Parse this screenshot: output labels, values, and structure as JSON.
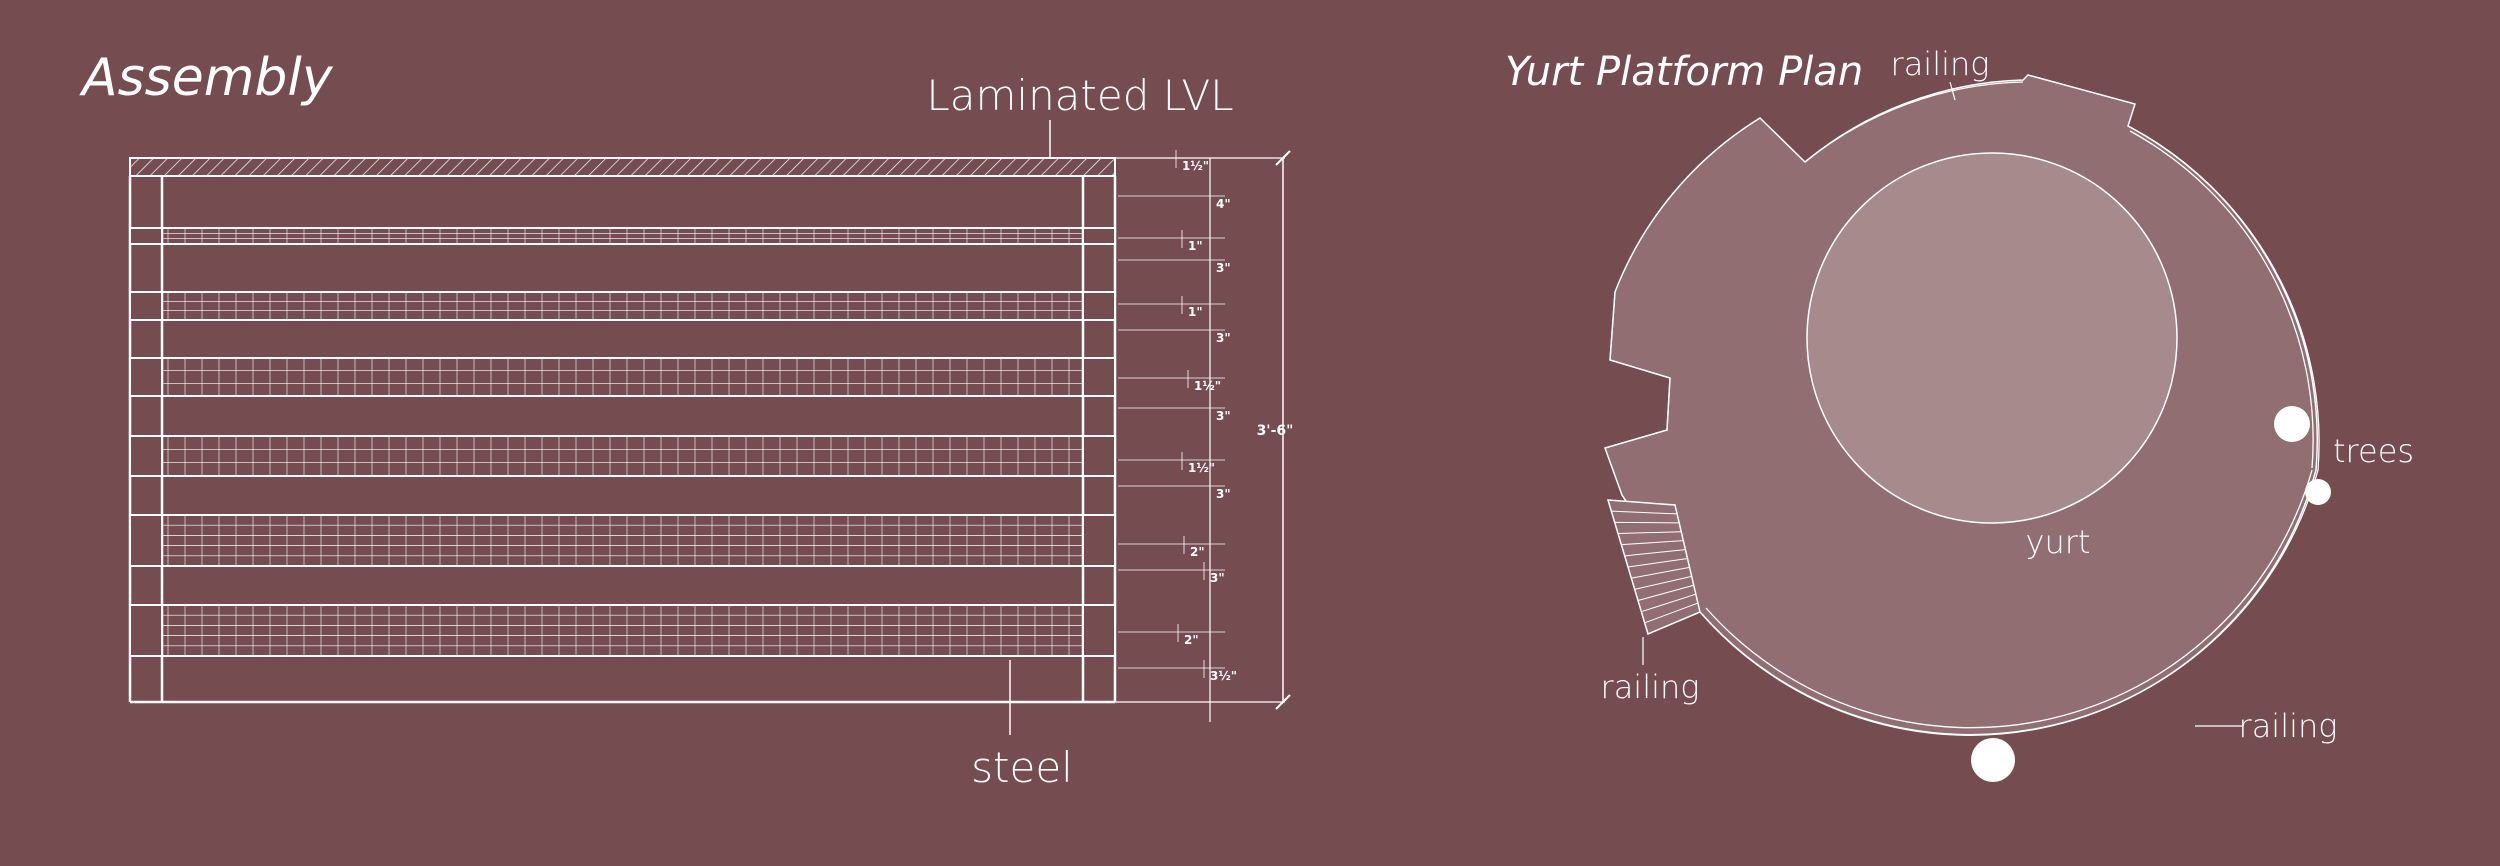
{
  "assembly": {
    "title": "Assembly",
    "top_label": "Laminated LVL",
    "bottom_label": "steel",
    "dimensions": [
      "1½\"",
      "4\"",
      "1\"",
      "3\"",
      "1\"",
      "3\"",
      "1½\"",
      "3\"",
      "1½\"",
      "3\"",
      "2\"",
      "3\"",
      "2\"",
      "3½\""
    ],
    "total_height": "3'-6\""
  },
  "plan": {
    "title": "Yurt Platform Plan",
    "labels": {
      "railing_top": "railing",
      "railing_left": "railing",
      "railing_right": "railing",
      "trees": "trees",
      "yurt": "yurt"
    }
  },
  "colors": {
    "background": "#754c4f",
    "line": "#ffffff",
    "platform": "#916e71",
    "yurt": "#a68a8c"
  }
}
